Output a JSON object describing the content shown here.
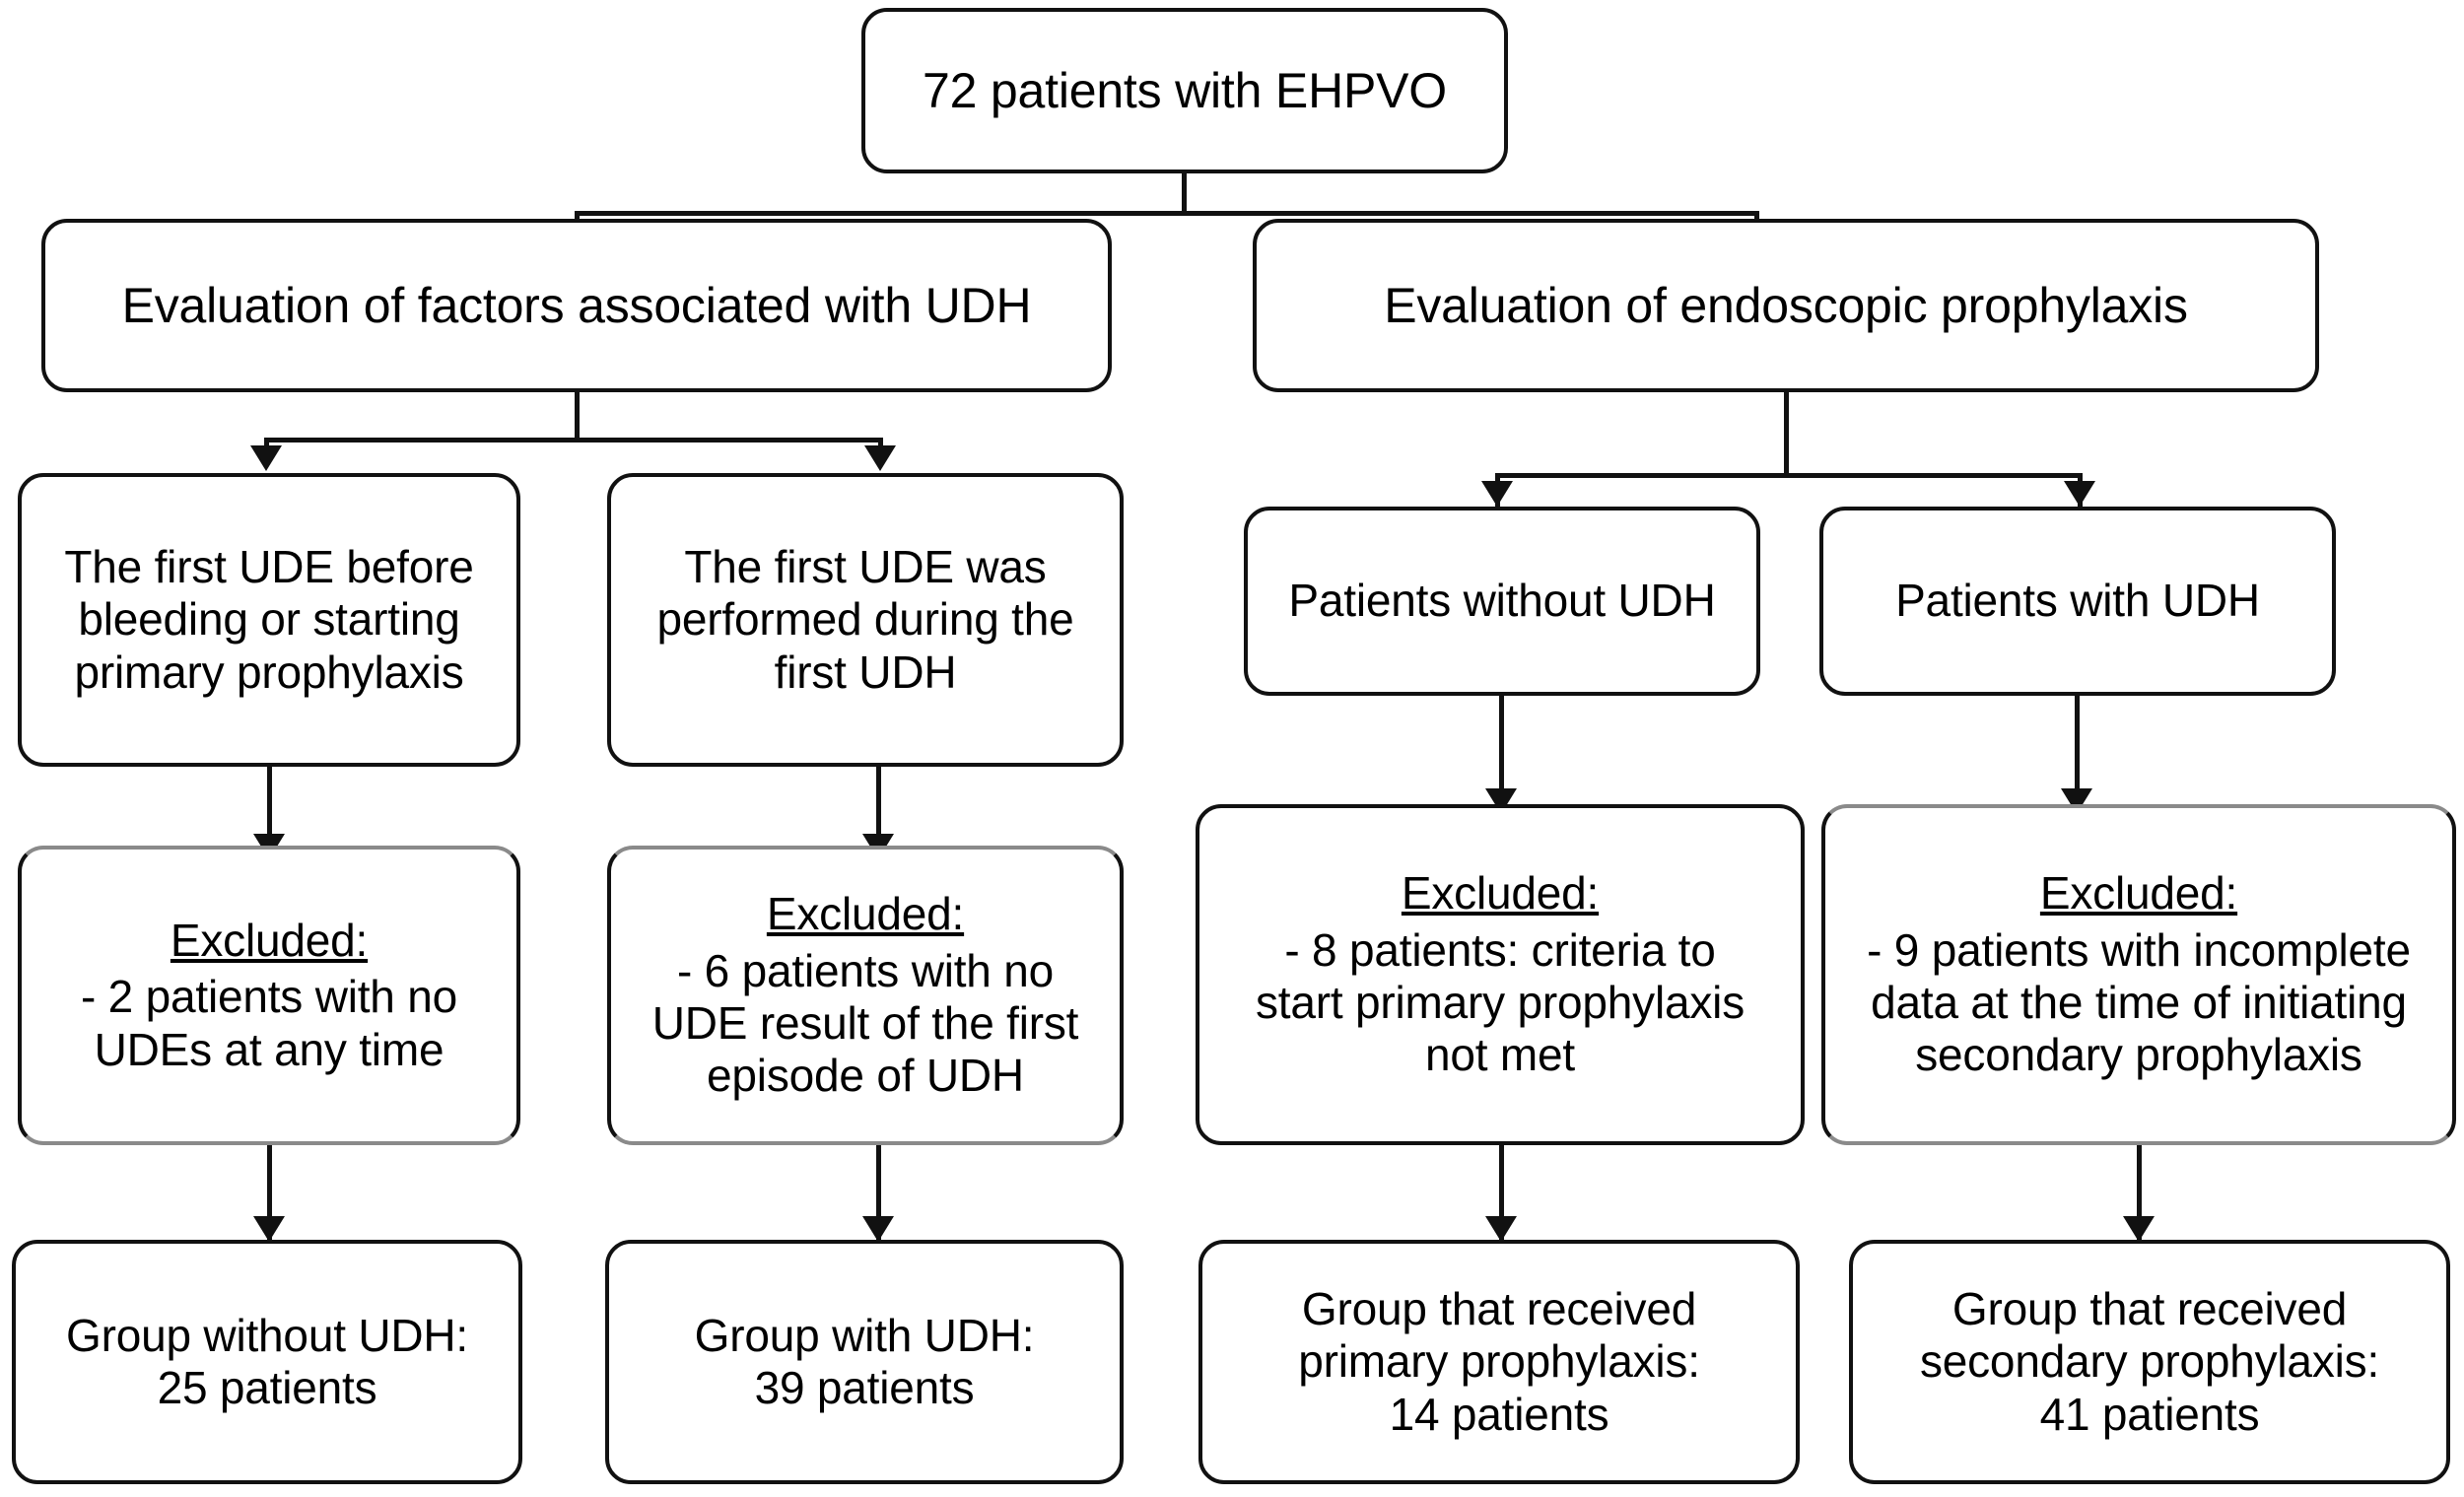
{
  "diagram": {
    "title": "Patient flow diagram for EHPVO study",
    "colors": {
      "box_border": "#111111",
      "box_border_soft": "#8a8a8a",
      "background": "#ffffff",
      "text": "#000000"
    }
  },
  "nodes": {
    "root": {
      "label": "72 patients with EHPVO"
    },
    "branch_left": {
      "label": "Evaluation of factors associated with UDH"
    },
    "branch_right": {
      "label": "Evaluation of endoscopic prophylaxis"
    },
    "col1_criteria": {
      "label": "The first UDE before\nbleeding or starting\nprimary prophylaxis"
    },
    "col2_criteria": {
      "label": "The first UDE was\nperformed during the\nfirst UDH"
    },
    "col3_criteria": {
      "label": "Patients without UDH"
    },
    "col4_criteria": {
      "label": "Patients with UDH"
    },
    "col1_excluded": {
      "title": "Excluded:",
      "body": "- 2 patients with no\nUDEs at any time"
    },
    "col2_excluded": {
      "title": "Excluded:",
      "body": "- 6 patients with no\nUDE result of the first\nepisode of UDH"
    },
    "col3_excluded": {
      "title": "Excluded:",
      "body": "- 8 patients: criteria to\nstart primary prophylaxis\nnot met"
    },
    "col4_excluded": {
      "title": "Excluded:",
      "body": "- 9 patients with incomplete\ndata at the time of initiating\nsecondary prophylaxis"
    },
    "col1_result": {
      "label": "Group without UDH:\n25 patients"
    },
    "col2_result": {
      "label": "Group with UDH:\n39 patients"
    },
    "col3_result": {
      "label": "Group that received\nprimary prophylaxis:\n14 patients"
    },
    "col4_result": {
      "label": "Group that received\nsecondary prophylaxis:\n41 patients"
    }
  },
  "counts": {
    "total_patients": 72,
    "excluded_no_udes_any_time": 2,
    "excluded_no_ude_first_udh_episode": 6,
    "excluded_primary_criteria_not_met": 8,
    "excluded_incomplete_secondary_data": 9,
    "group_without_udh": 25,
    "group_with_udh": 39,
    "group_primary_prophylaxis": 14,
    "group_secondary_prophylaxis": 41
  }
}
